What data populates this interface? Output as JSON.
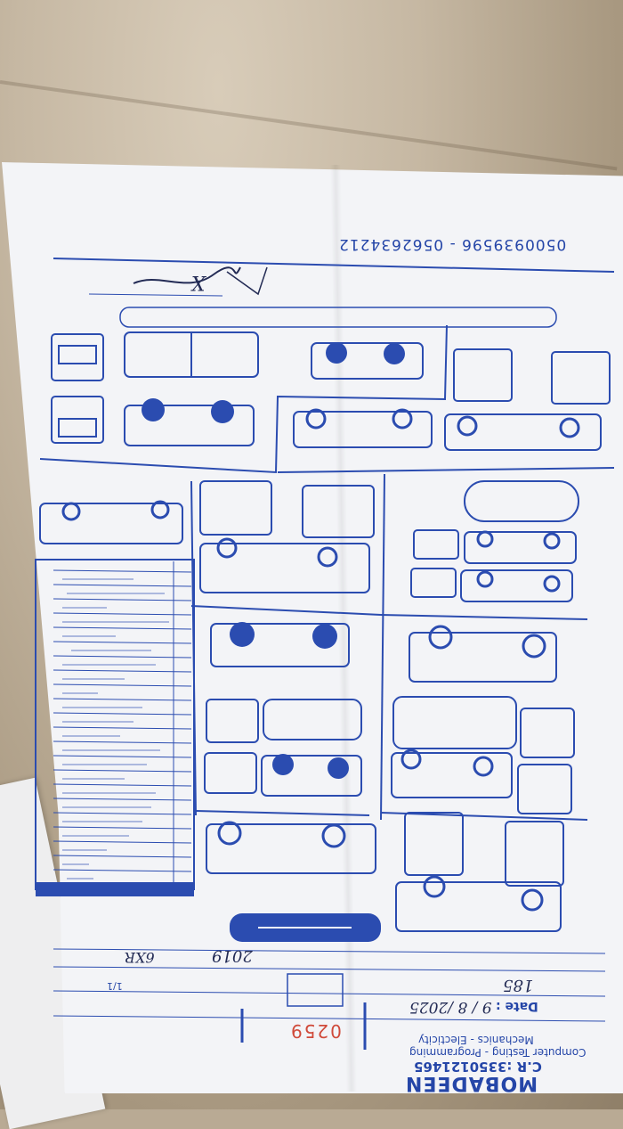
{
  "header": {
    "phone": "0500939596 - 0562634212"
  },
  "company": {
    "name": "MOBADEEN",
    "cr": "C.R :3350121465",
    "services_line1": "Computer Testing - Programming",
    "services_line2": "Mechanics - Electicity",
    "date_label": "Date :",
    "date_value": "9 / 8 /2025"
  },
  "form": {
    "serial": "0259",
    "number_field": "185",
    "handwritten_code": "6XR",
    "model_year": "2019",
    "note_code": "1/1",
    "agreement_mark": "X"
  },
  "colors": {
    "ink_blue": "#2546a8",
    "paper": "#f3f4f7",
    "serial_red": "#d04a3a"
  }
}
